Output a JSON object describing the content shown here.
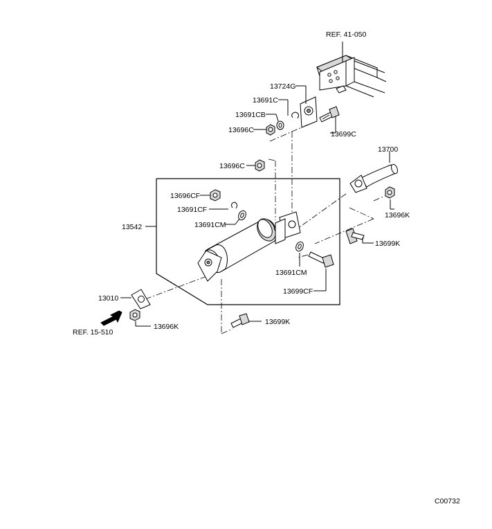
{
  "refs": {
    "top": "REF. 41-050",
    "bottom": "REF. 15-510"
  },
  "labels": {
    "p13724G": "13724G",
    "p13691C": "13691C",
    "p13691CB": "13691CB",
    "p13696C_a": "13696C",
    "p13699C": "13699C",
    "p13700": "13700",
    "p13696C_b": "13696C",
    "p13696CF": "13696CF",
    "p13691CF": "13691CF",
    "p13691CM_a": "13691CM",
    "p13542": "13542",
    "p13696K_a": "13696K",
    "p13699K_a": "13699K",
    "p13691CM_b": "13691CM",
    "p13699CF": "13699CF",
    "p13010": "13010",
    "p13696K_b": "13696K",
    "p13699K_b": "13699K"
  },
  "figure_code": "C00732"
}
